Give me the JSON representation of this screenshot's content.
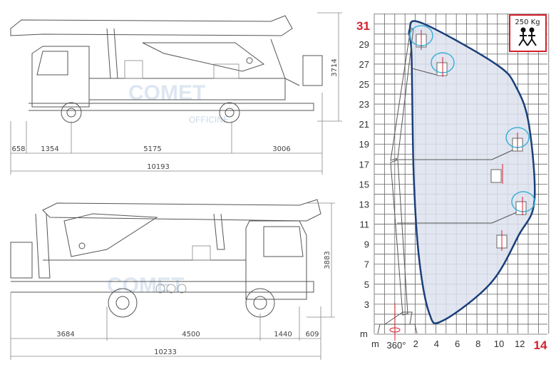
{
  "top_view": {
    "dimensions": [
      "658",
      "1354",
      "5175",
      "3006"
    ],
    "total_length": "10193",
    "height": "3714",
    "watermark": "COMET",
    "watermark_sub": "OFFICINE"
  },
  "bottom_view": {
    "dimensions": [
      "3684",
      "4500",
      "1440",
      "609"
    ],
    "total_length": "10233",
    "height": "3883",
    "watermark": "COMET"
  },
  "outreach_diagram": {
    "load_label": "250 Kg",
    "y_max_label": "31",
    "y_labels": [
      "29",
      "27",
      "25",
      "23",
      "21",
      "19",
      "17",
      "15",
      "13",
      "11",
      "9",
      "7",
      "5",
      "3"
    ],
    "y_unit": "m",
    "x_unit": "m",
    "rotation_label": "360°",
    "x_labels": [
      "2",
      "4",
      "6",
      "8",
      "10",
      "12"
    ],
    "x_max_label": "14",
    "envelope_color": "#1b3f7a",
    "envelope_fill": "#dde2ee",
    "accent_color": "#d4202c",
    "envelope_points": [
      [
        1.4,
        30.4
      ],
      [
        2.6,
        31.1
      ],
      [
        9.7,
        27
      ],
      [
        11.7,
        24.6
      ],
      [
        12.9,
        20.8
      ],
      [
        13.4,
        13.3
      ],
      [
        11.9,
        9.9
      ],
      [
        9.2,
        5.1
      ],
      [
        4.6,
        1.35
      ],
      [
        3.3,
        2.1
      ],
      [
        2.3,
        7.8
      ],
      [
        1.8,
        16.1
      ],
      [
        1.6,
        27.9
      ]
    ]
  }
}
